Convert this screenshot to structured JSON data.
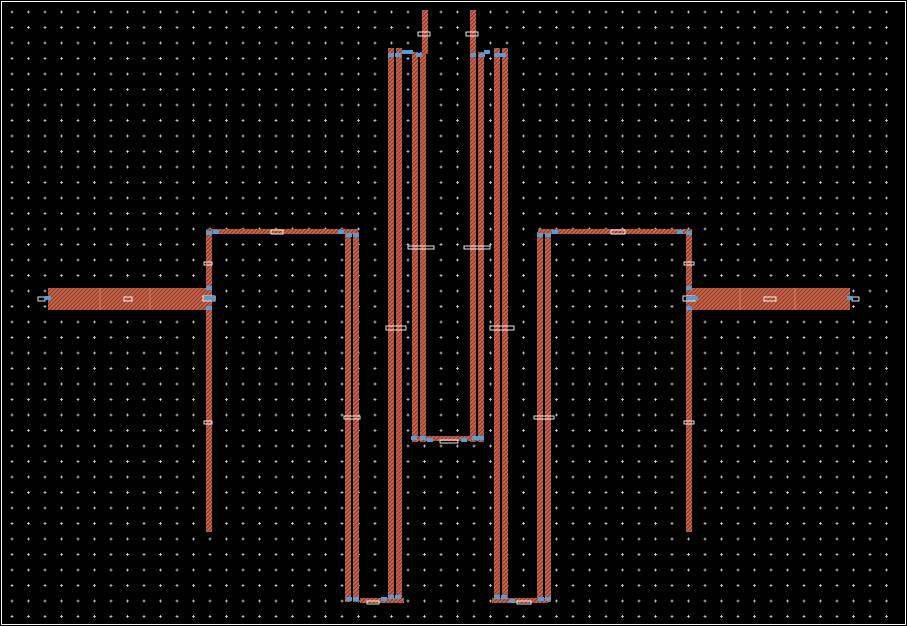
{
  "window": {
    "kind": "rf-layout-editor-canvas"
  },
  "colors": {
    "background": "#000000",
    "grid": "#d8d8d8",
    "metal": "#c8684e",
    "metal_hatch": "#8a3322",
    "pin": "#5b9bd5",
    "port_outline": "#ffffff"
  },
  "canvas": {
    "grid_visible": true
  },
  "icons": [
    "grid-cross-icon",
    "pin-icon",
    "port-icon"
  ],
  "structures": [
    "input-feed-line-left",
    "output-feed-line-right",
    "resonator-u-left",
    "resonator-hairpin-left",
    "resonator-hairpin-center",
    "resonator-hairpin-right",
    "resonator-u-right"
  ]
}
